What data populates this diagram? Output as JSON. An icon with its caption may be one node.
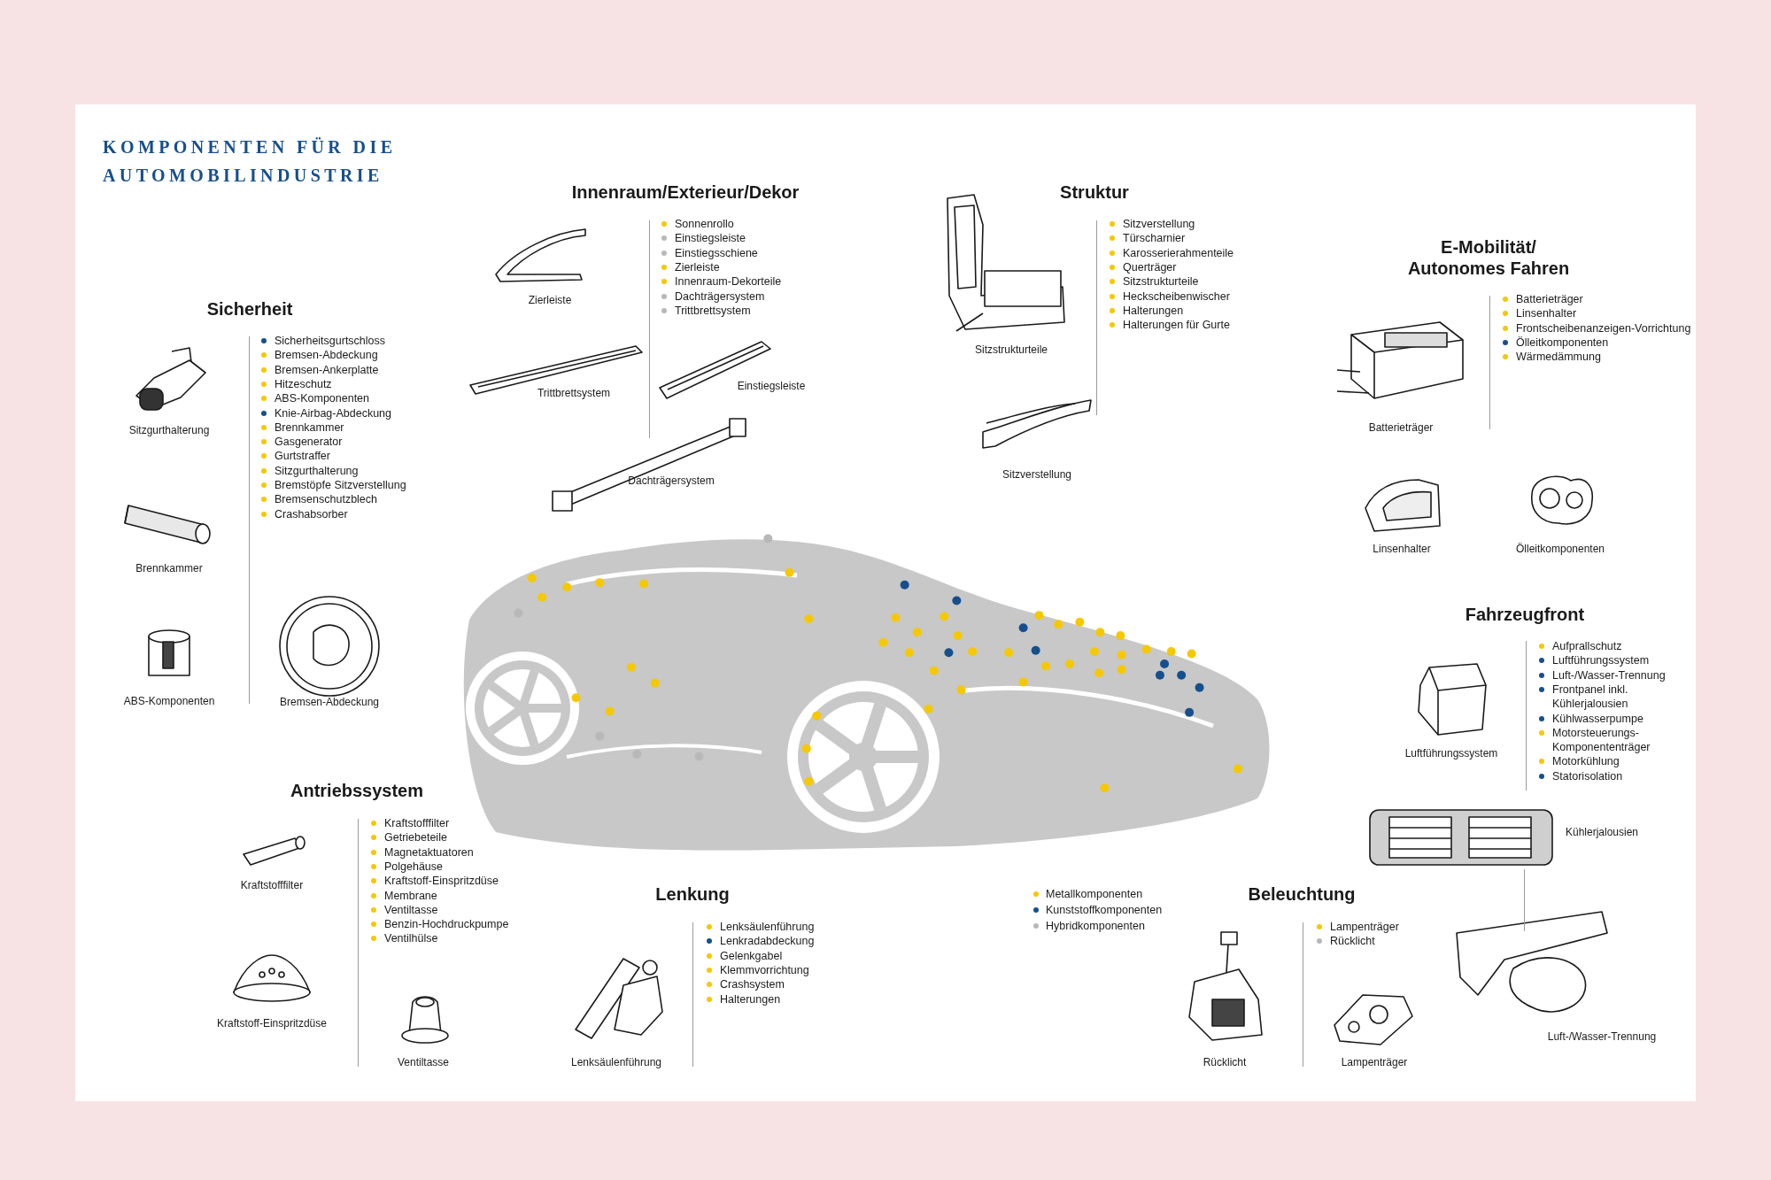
{
  "diagram": {
    "title": "KOMPONENTEN FÜR DIE AUTOMOBILINDUSTRIE",
    "labels": [
      "Innenraum/Exterieur/Dekor",
      "Sonnenrollo",
      "Einstiegsleiste",
      "Einstiegsschiene",
      "Zierleiste",
      "Innenraum-Dekorteile",
      "Dachträgersystem",
      "Trittbrettsystem",
      "Zierleiste",
      "Trittbrettsystem",
      "Einstiegsleiste",
      "Dachträgersystem",
      "Struktur",
      "Sitzverstellung",
      "Türscharnier",
      "Karosserierahmenteile",
      "Querträger",
      "Sitzstrukturteile",
      "Heckscheibenwischer",
      "Halterungen",
      "Halterungen für Gurte",
      "Sitzstrukturteile",
      "Sitzverstellung",
      "Sicherheit",
      "Sicherheitsgurtschloss",
      "Bremsen-Abdeckung",
      "Bremsen-Ankerplatte",
      "Hitzeschutz",
      "ABS-Komponenten",
      "Knie-Airbag-Abdeckung",
      "Brennkammer",
      "Gasgenerator",
      "Gurtstraffer",
      "Sitzgurthalterung",
      "Bremstöpfe Sitzverstellung",
      "Bremsenschutzblech",
      "Crashabsorber",
      "Sitzgurthalterung",
      "Brennkammer",
      "ABS-Komponenten",
      "Bremsen-Abdeckung",
      "E-Mobilität/ Autonomes Fahren",
      "Batterieträger",
      "Linsenhalter",
      "Frontscheibenanzeigen-Vorrichtung",
      "Ölleitkomponenten",
      "Wärmedämmung",
      "Batterieträger",
      "Linsenhalter",
      "Ölleitkomponenten",
      "Fahrzeugfront",
      "Aufprallschutz",
      "Luftführungssystem",
      "Luft-/Wasser-Trennung",
      "Frontpanel inkl. Kühlerjalousien",
      "Kühlwasserpumpe",
      "Motorsteuerungs-Komponententräger",
      "Motorkühlung",
      "Statorisolation",
      "Luftführungssystem",
      "Kühlerjalousien",
      "Luft-/Wasser-Trennung",
      "Antriebssystem",
      "Kraftstofffilter",
      "Getriebeteile",
      "Magnetaktuatoren",
      "Polgehäuse",
      "Kraftstoff-Einspritzdüse",
      "Membrane",
      "Ventiltasse",
      "Benzin-Hochdruckpumpe",
      "Ventilhülse",
      "Kraftstofffilter",
      "Kraftstoff-Einspritzdüse",
      "Ventiltasse",
      "Lenkung",
      "Lenksäulenführung",
      "Lenkradabdeckung",
      "Gelenkgabel",
      "Klemmvorrichtung",
      "Crashsystem",
      "Halterungen",
      "Lenksäulenführung",
      "Beleuchtung",
      "Lampenträger",
      "Rücklicht",
      "Rücklicht",
      "Lampenträger"
    ],
    "legend": [
      {
        "text": "Metallkomponenten",
        "color": "#f5c800"
      },
      {
        "text": "Kunststoffkomponenten",
        "color": "#174f8c"
      },
      {
        "text": "Hybridkomponenten",
        "color": "#b8b8b8"
      }
    ]
  }
}
